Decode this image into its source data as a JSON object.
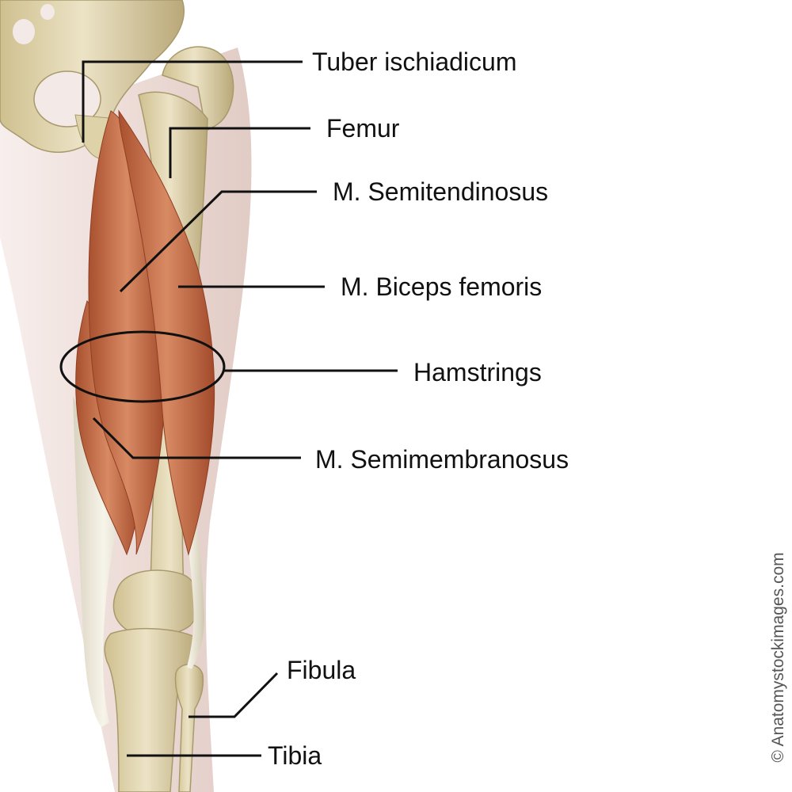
{
  "labels": {
    "tuber_ischiadicum": "Tuber ischiadicum",
    "femur": "Femur",
    "semitendinosus": "M. Semitendinosus",
    "biceps_femoris": "M. Biceps femoris",
    "hamstrings": "Hamstrings",
    "semimembranosus": "M. Semimembranosus",
    "fibula": "Fibula",
    "tibia": "Tibia"
  },
  "copyright": "© Anatomystockimages.com",
  "colors": {
    "background": "#ffffff",
    "skin": "#ecd9d3",
    "bone": "#e2d6ae",
    "muscle": "#c8704a",
    "tendon": "#eeeadb",
    "leader_line": "#111111"
  }
}
